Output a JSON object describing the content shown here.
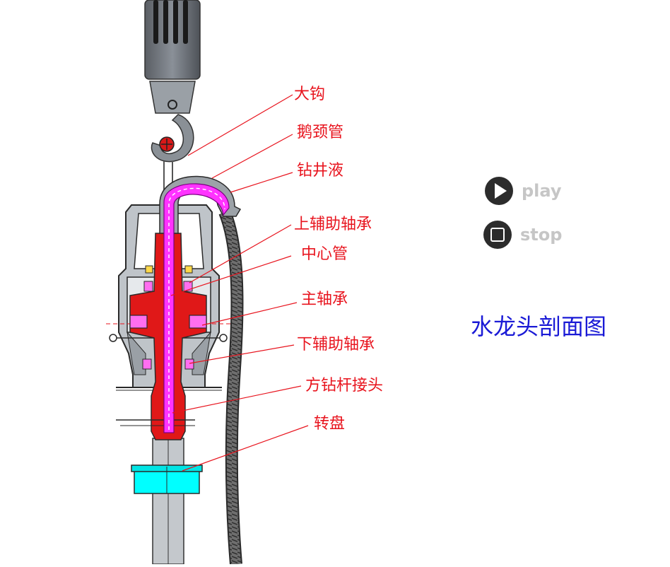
{
  "title": "水龙头剖面图",
  "controls": {
    "play_label": "play",
    "stop_label": "stop"
  },
  "labels": [
    {
      "id": "hook",
      "text": "大钩"
    },
    {
      "id": "gooseneck",
      "text": "鹅颈管"
    },
    {
      "id": "drilling-fluid",
      "text": "钻井液"
    },
    {
      "id": "upper-aux-bearing",
      "text": "上辅助轴承"
    },
    {
      "id": "center-pipe",
      "text": "中心管"
    },
    {
      "id": "main-bearing",
      "text": "主轴承"
    },
    {
      "id": "lower-aux-bearing",
      "text": "下辅助轴承"
    },
    {
      "id": "kelly-joint",
      "text": "方钻杆接头"
    },
    {
      "id": "rotary-table",
      "text": "转盘"
    }
  ],
  "colors": {
    "label": "#e8141e",
    "title": "#1a1ad6",
    "body": "#d81818",
    "fluid": "#ff3cff",
    "housing": "#a8aeb4",
    "rotary": "#00ffff",
    "button": "#2c2c2c",
    "button_text": "#c6c6c6"
  }
}
